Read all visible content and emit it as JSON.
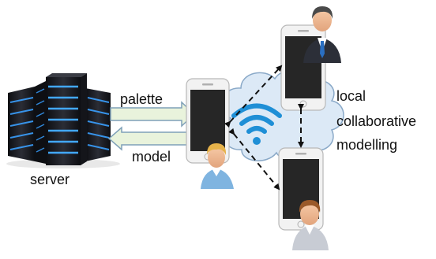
{
  "labels": {
    "server": "server",
    "palette": "palette",
    "model": "model",
    "local_line1": "local",
    "local_line2": "collaborative",
    "local_line3": "modelling"
  },
  "colors": {
    "cloud_fill": "#dce9f6",
    "cloud_stroke": "#8aa9c8",
    "wifi": "#1f8fd6",
    "arrow_fill": "#e9f3dc",
    "arrow_stroke": "#7fa0b8",
    "phone_body": "#f2f2f2",
    "phone_screen": "#262626",
    "server_dark": "#1c1d22",
    "server_led": "#3aa0ff"
  },
  "icons": [
    "server-rack-icon",
    "smartphone-icon",
    "wifi-icon",
    "cloud-icon",
    "person-avatar-icon",
    "businessman-avatar-icon"
  ]
}
